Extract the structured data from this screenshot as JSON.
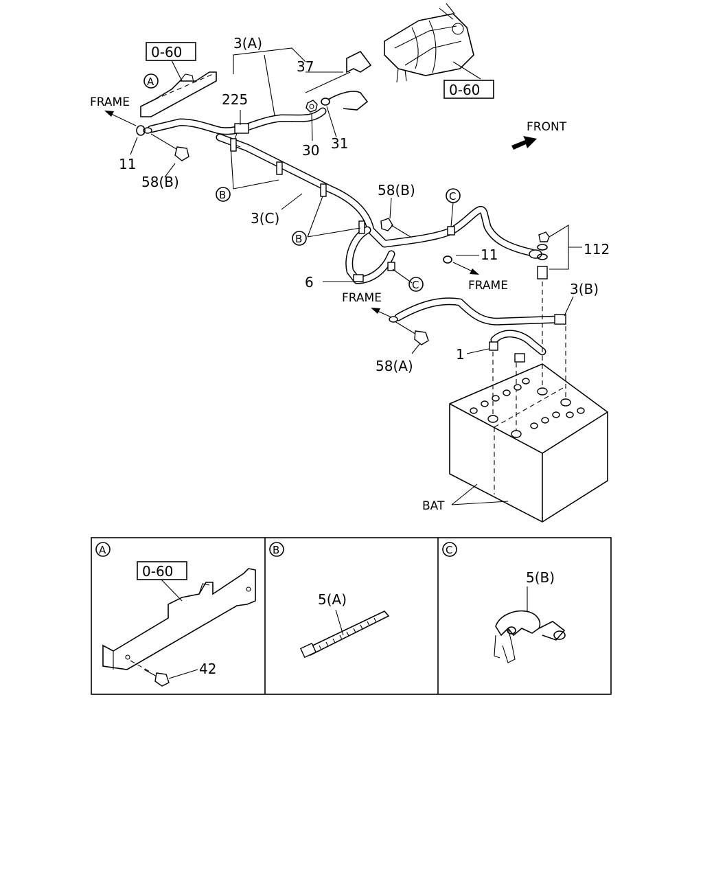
{
  "labels": {
    "ref_060_top": "0-60",
    "ref_060_starter": "0-60",
    "ref_060_inset": "0-60",
    "p3A": "3(A)",
    "p37": "37",
    "p225": "225",
    "frame_top_left": "FRAME",
    "p11_left": "11",
    "p58B_left": "58(B)",
    "p30": "30",
    "p31": "31",
    "front": "FRONT",
    "p3C": "3(C)",
    "p58B_mid": "58(B)",
    "p11_right": "11",
    "frame_right": "FRAME",
    "p112": "112",
    "p6": "6",
    "frame_mid": "FRAME",
    "p3B": "3(B)",
    "p1": "1",
    "p58A": "58(A)",
    "bat": "BAT",
    "p42": "42",
    "p5A": "5(A)",
    "p5B": "5(B)"
  },
  "callouts": {
    "A": "A",
    "B": "B",
    "C": "C"
  },
  "insets": [
    {
      "letter": "A"
    },
    {
      "letter": "B"
    },
    {
      "letter": "C"
    }
  ]
}
